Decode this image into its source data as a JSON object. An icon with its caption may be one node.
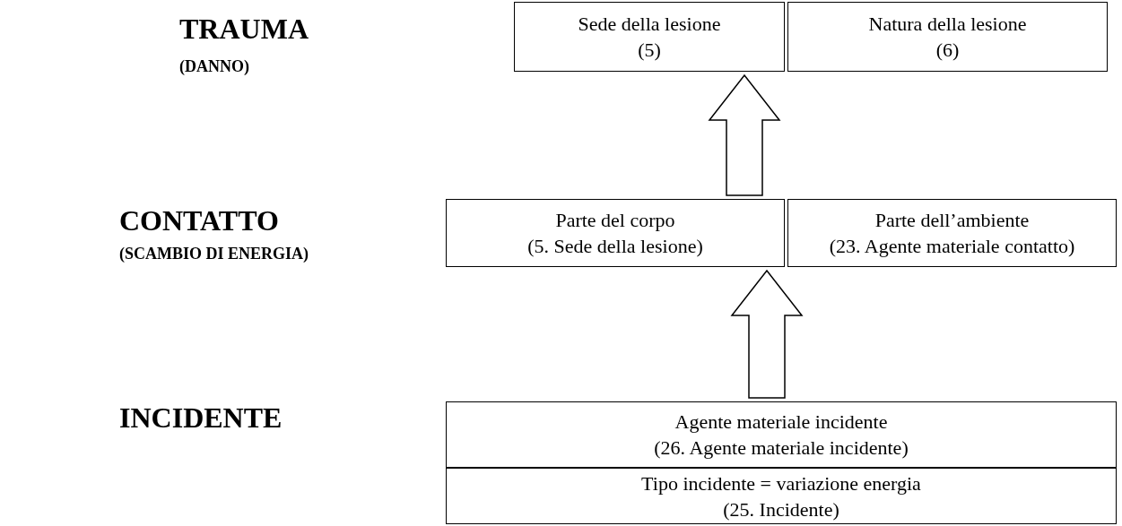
{
  "diagram": {
    "nodes": [
      {
        "text": [
          "Sede della lesione",
          "(5)"
        ]
      },
      {
        "text": [
          "Natura della lesione",
          "(6)"
        ]
      },
      {
        "text": [
          "Parte del corpo",
          "(5. Sede della lesione)"
        ]
      },
      {
        "text": [
          "Parte dell’ambiente",
          "(23. Agente materiale contatto)"
        ]
      },
      {
        "text": [
          "Agente materiale incidente",
          "(26. Agente materiale incidente)"
        ]
      },
      {
        "text": [
          "Tipo incidente = variazione energia",
          "(25. Incidente)"
        ]
      }
    ],
    "edges": [
      {
        "from": 4,
        "to": 2,
        "arrow": "to"
      },
      {
        "from": 2,
        "to": 0,
        "arrow": "to"
      }
    ],
    "labels": [
      "TRAUMA",
      "(DANNO)",
      "CONTATTO",
      "(SCAMBIO DI ENERGIA)",
      "INCIDENTE"
    ]
  }
}
